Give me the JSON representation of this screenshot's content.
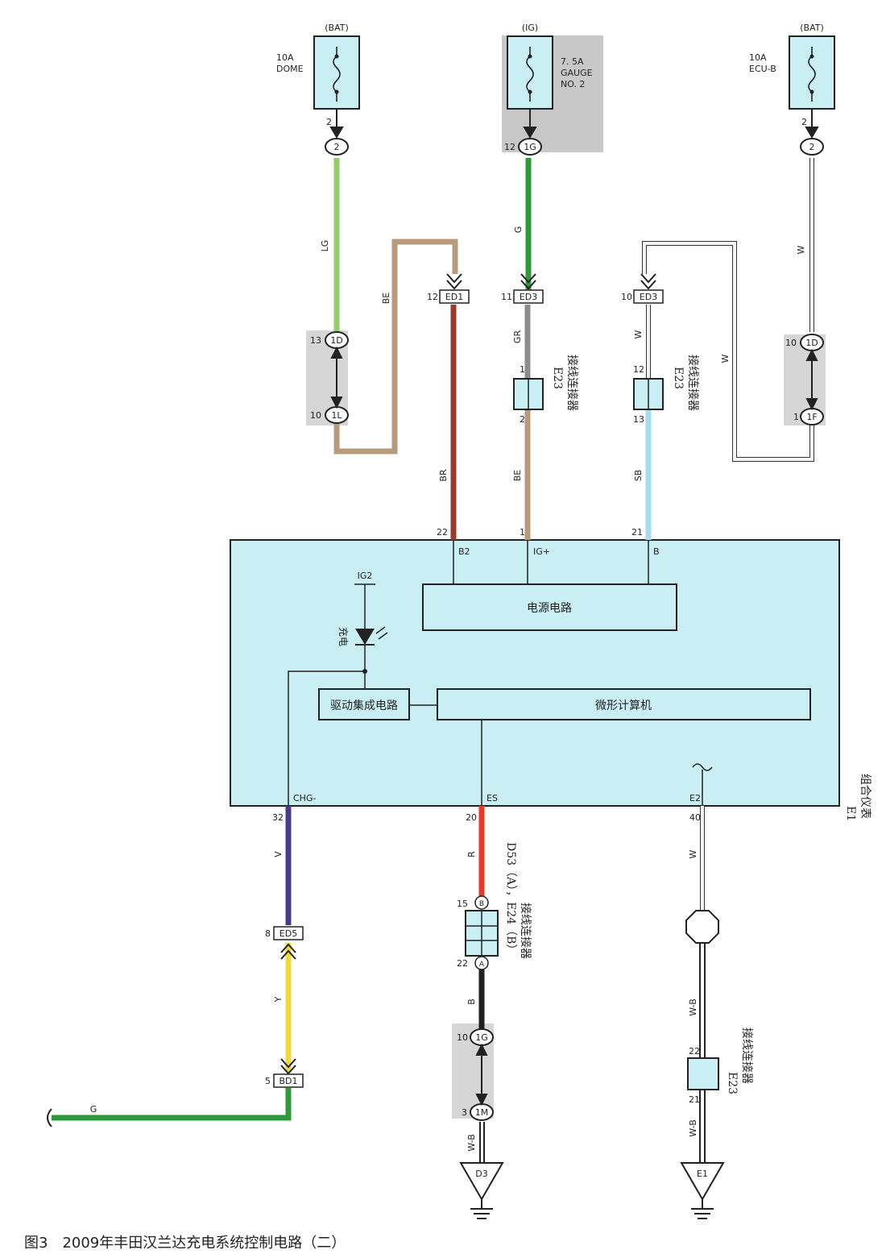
{
  "top_sources": {
    "left": {
      "supply": "(BAT)",
      "fuse_rating": "10A",
      "fuse_name": "DOME",
      "pin_top": "2",
      "connector": "2"
    },
    "middle": {
      "supply": "(IG)",
      "fuse_rating": "7. 5A",
      "fuse_name_1": "GAUGE",
      "fuse_name_2": "NO. 2",
      "pin_top": "12",
      "connector": "1G"
    },
    "right": {
      "supply": "(BAT)",
      "fuse_rating": "10A",
      "fuse_name": "ECU-B",
      "pin_top": "2",
      "connector": "2"
    }
  },
  "wires": {
    "lg": "LG",
    "be_top": "BE",
    "g_top": "G",
    "w_right": "W",
    "w_loop": "W",
    "gr": "GR",
    "w_mid": "W",
    "br": "BR",
    "be_low": "BE",
    "sb": "SB",
    "v": "V",
    "y": "Y",
    "g_bottom": "G",
    "r": "R",
    "b": "B",
    "wb_d3": "W-B",
    "w_e2": "W",
    "wb1": "W-B",
    "wb2": "W-B"
  },
  "connectors": {
    "c1d_left": {
      "pin": "13",
      "name": "1D"
    },
    "c1l_left": {
      "pin": "10",
      "name": "1L"
    },
    "ed1": {
      "pin": "12",
      "name": "ED1"
    },
    "ed3_mid": {
      "pin": "11",
      "name": "ED3"
    },
    "ed3_right": {
      "pin": "10",
      "name": "ED3"
    },
    "c1d_right": {
      "pin": "10",
      "name": "1D"
    },
    "c1f_right": {
      "pin": "1",
      "name": "1F"
    },
    "e23_mid": {
      "pin_in": "1",
      "pin_out": "2",
      "label": "E23",
      "desc": "接线连接器"
    },
    "e23_right": {
      "pin_in": "12",
      "pin_out": "13",
      "label": "E23",
      "desc": "接线连接器"
    },
    "ed5": {
      "pin": "8",
      "name": "ED5"
    },
    "bd1": {
      "pin": "5",
      "name": "BD1"
    },
    "d53": {
      "pin_b": "15",
      "tag_b": "B",
      "pin_a": "22",
      "tag_a": "A",
      "label": "D53（A），E24（B）",
      "desc": "接线连接器"
    },
    "c1g_low": {
      "pin": "10",
      "name": "1G"
    },
    "c1m_low": {
      "pin": "3",
      "name": "1M"
    },
    "e23_low": {
      "pin_in": "22",
      "pin_out": "21",
      "label": "E23",
      "desc": "接线连接器"
    }
  },
  "meter": {
    "pins_top": {
      "b2": "22",
      "ig": "1",
      "b": "21"
    },
    "terms_top": {
      "b2": "B2",
      "ig": "IG+",
      "b": "B"
    },
    "power_circuit": "电源电路",
    "ig2": "IG2",
    "charge_lamp": "充电",
    "driver_ic": "驱动集成电路",
    "microcomputer": "微形计算机",
    "terms_bottom": {
      "chg": "CHG-",
      "es": "ES",
      "e2": "E2"
    },
    "pins_bottom": {
      "chg": "32",
      "es": "20",
      "e2": "40"
    },
    "component_id": "E1",
    "component_name": "组合仪表"
  },
  "grounds": {
    "d3": "D3",
    "e1": "E1"
  },
  "caption": "图3　2009年丰田汉兰达充电系统控制电路（二）",
  "colors": {
    "lg": "#8fce6a",
    "g": "#2e9a3a",
    "be": "#b89a7c",
    "br": "#9a3b2c",
    "gr": "#8c8c8c",
    "w": "#f4f4f4",
    "sb": "#a8dcf0",
    "v": "#4a3a8a",
    "y": "#f0d83a",
    "r": "#e53a2a",
    "b": "#202020",
    "panel": "#c9eef4",
    "shade": "#c8c8c8"
  }
}
